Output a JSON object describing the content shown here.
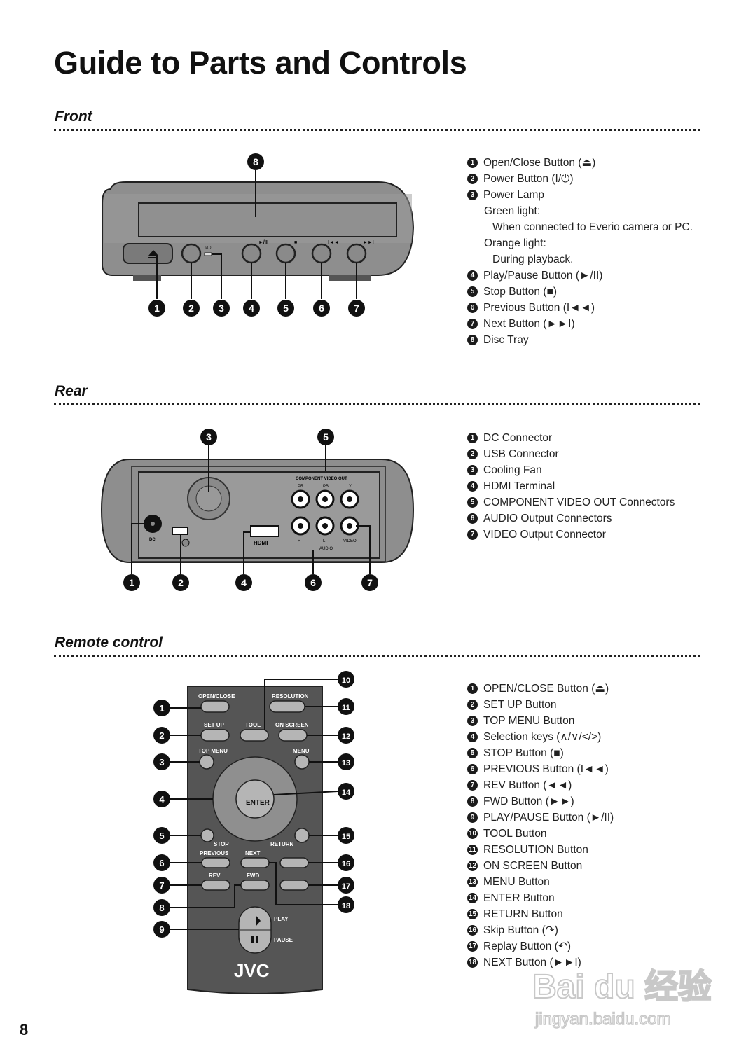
{
  "page": {
    "title": "Guide to Parts and Controls",
    "page_number": "8"
  },
  "front": {
    "heading": "Front",
    "button_glyphs": [
      "►/II",
      "■",
      "I◄◄",
      "►►I"
    ],
    "power_mark": "I/⏻",
    "items": [
      {
        "n": "1",
        "text": "Open/Close Button (⏏)"
      },
      {
        "n": "2",
        "text": "Power Button (I/⏻)"
      },
      {
        "n": "3",
        "text": "Power Lamp"
      }
    ],
    "lamp_details": [
      {
        "level": 1,
        "text": "Green light:"
      },
      {
        "level": 2,
        "text": "When connected to Everio camera or PC."
      },
      {
        "level": 1,
        "text": "Orange light:"
      },
      {
        "level": 2,
        "text": "During playback."
      }
    ],
    "items_after": [
      {
        "n": "4",
        "text": "Play/Pause Button (►/II)"
      },
      {
        "n": "5",
        "text": "Stop Button (■)"
      },
      {
        "n": "6",
        "text": "Previous Button (I◄◄)"
      },
      {
        "n": "7",
        "text": "Next Button (►►I)"
      },
      {
        "n": "8",
        "text": "Disc Tray"
      }
    ]
  },
  "rear": {
    "heading": "Rear",
    "labels": {
      "component": "COMPONENT VIDEO OUT",
      "pr": "PR",
      "pb": "PB",
      "y": "Y",
      "dc": "DC",
      "hdmi": "HDMI",
      "r": "R",
      "l": "L",
      "video": "VIDEO",
      "audio": "AUDIO"
    },
    "items": [
      {
        "n": "1",
        "text": "DC Connector"
      },
      {
        "n": "2",
        "text": "USB Connector"
      },
      {
        "n": "3",
        "text": "Cooling Fan"
      },
      {
        "n": "4",
        "text": "HDMI Terminal"
      },
      {
        "n": "5",
        "text": "COMPONENT VIDEO OUT Connectors"
      },
      {
        "n": "6",
        "text": "AUDIO Output Connectors"
      },
      {
        "n": "7",
        "text": "VIDEO Output Connector"
      }
    ]
  },
  "remote": {
    "heading": "Remote control",
    "labels": {
      "open_close": "OPEN/CLOSE",
      "resolution": "RESOLUTION",
      "set_up": "SET UP",
      "tool": "TOOL",
      "on_screen": "ON SCREEN",
      "top_menu": "TOP MENU",
      "menu": "MENU",
      "enter": "ENTER",
      "stop": "STOP",
      "return": "RETURN",
      "previous": "PREVIOUS",
      "next": "NEXT",
      "rev": "REV",
      "fwd": "FWD",
      "play": "PLAY",
      "pause": "PAUSE",
      "brand": "JVC"
    },
    "items": [
      {
        "n": "1",
        "text": "OPEN/CLOSE Button (⏏)"
      },
      {
        "n": "2",
        "text": "SET UP Button"
      },
      {
        "n": "3",
        "text": "TOP MENU Button"
      },
      {
        "n": "4",
        "text": "Selection keys (∧/∨/</>)"
      },
      {
        "n": "5",
        "text": "STOP Button (■)"
      },
      {
        "n": "6",
        "text": "PREVIOUS Button (I◄◄)"
      },
      {
        "n": "7",
        "text": "REV Button (◄◄)"
      },
      {
        "n": "8",
        "text": "FWD Button (►►)"
      },
      {
        "n": "9",
        "text": "PLAY/PAUSE Button (►/II)"
      },
      {
        "n": "10",
        "text": "TOOL Button"
      },
      {
        "n": "11",
        "text": "RESOLUTION Button"
      },
      {
        "n": "12",
        "text": "ON SCREEN Button"
      },
      {
        "n": "13",
        "text": "MENU Button"
      },
      {
        "n": "14",
        "text": "ENTER Button"
      },
      {
        "n": "15",
        "text": "RETURN Button"
      },
      {
        "n": "16",
        "text": "Skip Button (↷)"
      },
      {
        "n": "17",
        "text": "Replay Button (↶)"
      },
      {
        "n": "18",
        "text": "NEXT Button (►►I)"
      }
    ]
  },
  "watermark": {
    "text1": "Bai du 经验",
    "text2": "jingyan.baidu.com"
  }
}
